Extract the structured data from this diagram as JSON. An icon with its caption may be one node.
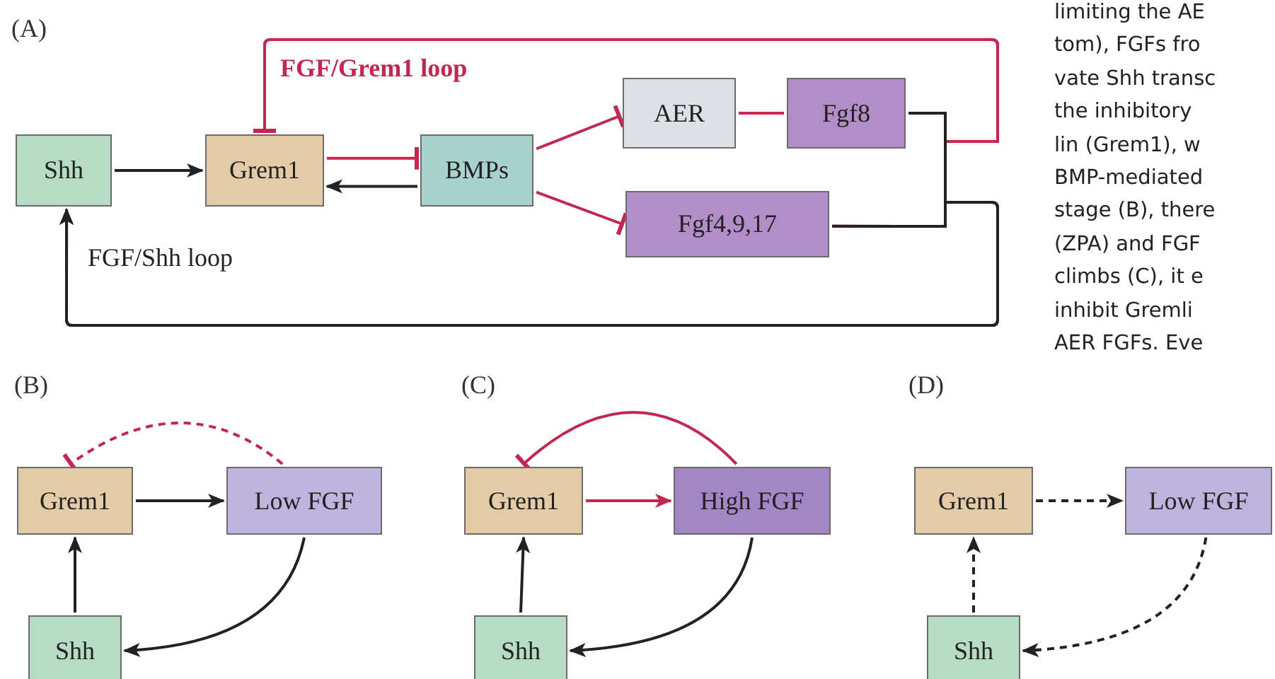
{
  "diagram": {
    "nodes": [
      {
        "text": [
          "Shh"
        ]
      },
      {
        "text": [
          "Grem1"
        ]
      },
      {
        "text": [
          "BMPs"
        ]
      },
      {
        "text": [
          "AER"
        ]
      },
      {
        "text": [
          "Fgf8"
        ]
      },
      {
        "text": [
          "Fgf4,9,17"
        ]
      },
      {
        "text": [
          "Grem1"
        ]
      },
      {
        "text": [
          "Low FGF"
        ]
      },
      {
        "text": [
          "Shh"
        ]
      },
      {
        "text": [
          "Grem1"
        ]
      },
      {
        "text": [
          "High FGF"
        ]
      },
      {
        "text": [
          "Shh"
        ]
      },
      {
        "text": [
          "Grem1"
        ]
      },
      {
        "text": [
          "Low FGF"
        ]
      },
      {
        "text": [
          "Shh"
        ]
      }
    ],
    "edges": [
      {
        "from": 0,
        "to": 1,
        "arrow": "to"
      },
      {
        "from": 1,
        "to": 2,
        "arrow": "other",
        "color": "#c2274f"
      },
      {
        "from": 2,
        "to": 1,
        "arrow": "to"
      },
      {
        "from": 2,
        "to": 3,
        "arrow": "other",
        "color": "#c2274f"
      },
      {
        "from": 2,
        "to": 5,
        "arrow": "other",
        "color": "#c2274f"
      },
      {
        "from": 3,
        "to": 4,
        "arrow": "none",
        "color": "#c2274f"
      },
      {
        "from": 4,
        "to": 1,
        "arrow": "other",
        "color": "#c2274f",
        "label": "FGF/Grem1 loop"
      },
      {
        "from": 5,
        "to": 1,
        "arrow": "other",
        "color": "#c2274f"
      },
      {
        "from": 4,
        "to": 0,
        "arrow": "to",
        "label": "FGF/Shh loop"
      },
      {
        "from": 5,
        "to": 0,
        "arrow": "to"
      },
      {
        "from": 6,
        "to": 7,
        "arrow": "to"
      },
      {
        "from": 7,
        "to": 6,
        "arrow": "other",
        "style": "dashed",
        "color": "#c2274f"
      },
      {
        "from": 7,
        "to": 8,
        "arrow": "to"
      },
      {
        "from": 8,
        "to": 6,
        "arrow": "to"
      },
      {
        "from": 9,
        "to": 10,
        "arrow": "to",
        "color": "#c2274f"
      },
      {
        "from": 10,
        "to": 9,
        "arrow": "other",
        "color": "#c2274f"
      },
      {
        "from": 10,
        "to": 11,
        "arrow": "to"
      },
      {
        "from": 11,
        "to": 9,
        "arrow": "to"
      },
      {
        "from": 12,
        "to": 13,
        "arrow": "to",
        "style": "dashed"
      },
      {
        "from": 13,
        "to": 14,
        "arrow": "to",
        "style": "dashed"
      },
      {
        "from": 14,
        "to": 12,
        "arrow": "to",
        "style": "dashed"
      }
    ],
    "labels": [
      "(A)",
      "limiting the AE",
      "tom), FGFs fro",
      "vate Shh transc",
      "the inhibitory",
      "lin (Grem1), w",
      "BMP-mediated",
      "stage (B), there",
      "(ZPA) and FGF",
      "climbs (C), it e",
      "inhibit Gremli",
      "AER FGFs. Eve",
      "(B)",
      "(C)",
      "(D)"
    ]
  }
}
